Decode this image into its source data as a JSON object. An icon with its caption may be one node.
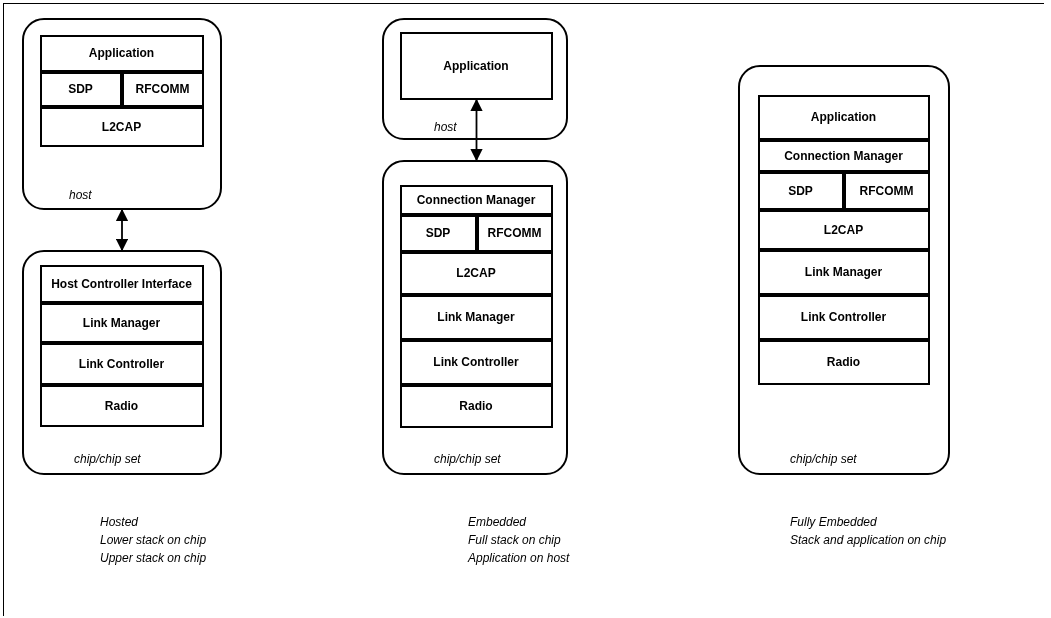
{
  "diagram": {
    "nodes": [
      {
        "text": [
          "host"
        ]
      },
      {
        "text": [
          "Application"
        ],
        "in": 0
      },
      {
        "text": [
          "SDP"
        ],
        "in": 0
      },
      {
        "text": [
          "RFCOMM"
        ],
        "in": 0
      },
      {
        "text": [
          "L2CAP"
        ],
        "in": 0
      },
      {
        "text": [
          "chip/chip set"
        ]
      },
      {
        "text": [
          "Host Controller Interface"
        ],
        "in": 5
      },
      {
        "text": [
          "Link Manager"
        ],
        "in": 5
      },
      {
        "text": [
          "Link Controller"
        ],
        "in": 5
      },
      {
        "text": [
          "Radio"
        ],
        "in": 5
      },
      {
        "text": [
          "host"
        ]
      },
      {
        "text": [
          "Application"
        ],
        "in": 10
      },
      {
        "text": [
          "chip/chip set"
        ]
      },
      {
        "text": [
          "Connection Manager"
        ],
        "in": 12
      },
      {
        "text": [
          "SDP"
        ],
        "in": 12
      },
      {
        "text": [
          "RFCOMM"
        ],
        "in": 12
      },
      {
        "text": [
          "L2CAP"
        ],
        "in": 12
      },
      {
        "text": [
          "Link Manager"
        ],
        "in": 12
      },
      {
        "text": [
          "Link Controller"
        ],
        "in": 12
      },
      {
        "text": [
          "Radio"
        ],
        "in": 12
      },
      {
        "text": [
          "chip/chip set"
        ]
      },
      {
        "text": [
          "Application"
        ],
        "in": 20
      },
      {
        "text": [
          "Connection Manager"
        ],
        "in": 20
      },
      {
        "text": [
          "SDP"
        ],
        "in": 20
      },
      {
        "text": [
          "RFCOMM"
        ],
        "in": 20
      },
      {
        "text": [
          "L2CAP"
        ],
        "in": 20
      },
      {
        "text": [
          "Link Manager"
        ],
        "in": 20
      },
      {
        "text": [
          "Link Controller"
        ],
        "in": 20
      },
      {
        "text": [
          "Radio"
        ],
        "in": 20
      }
    ],
    "edges": [
      {
        "from": 0,
        "to": 5,
        "arrow": "both"
      },
      {
        "from": 11,
        "to": 12,
        "arrow": "both"
      }
    ],
    "labels": [
      "Hosted",
      "Lower stack on chip",
      "Upper stack on chip",
      "Embedded",
      "Full stack on chip",
      "Application on host",
      "Fully Embedded",
      "Stack and application on chip"
    ]
  }
}
